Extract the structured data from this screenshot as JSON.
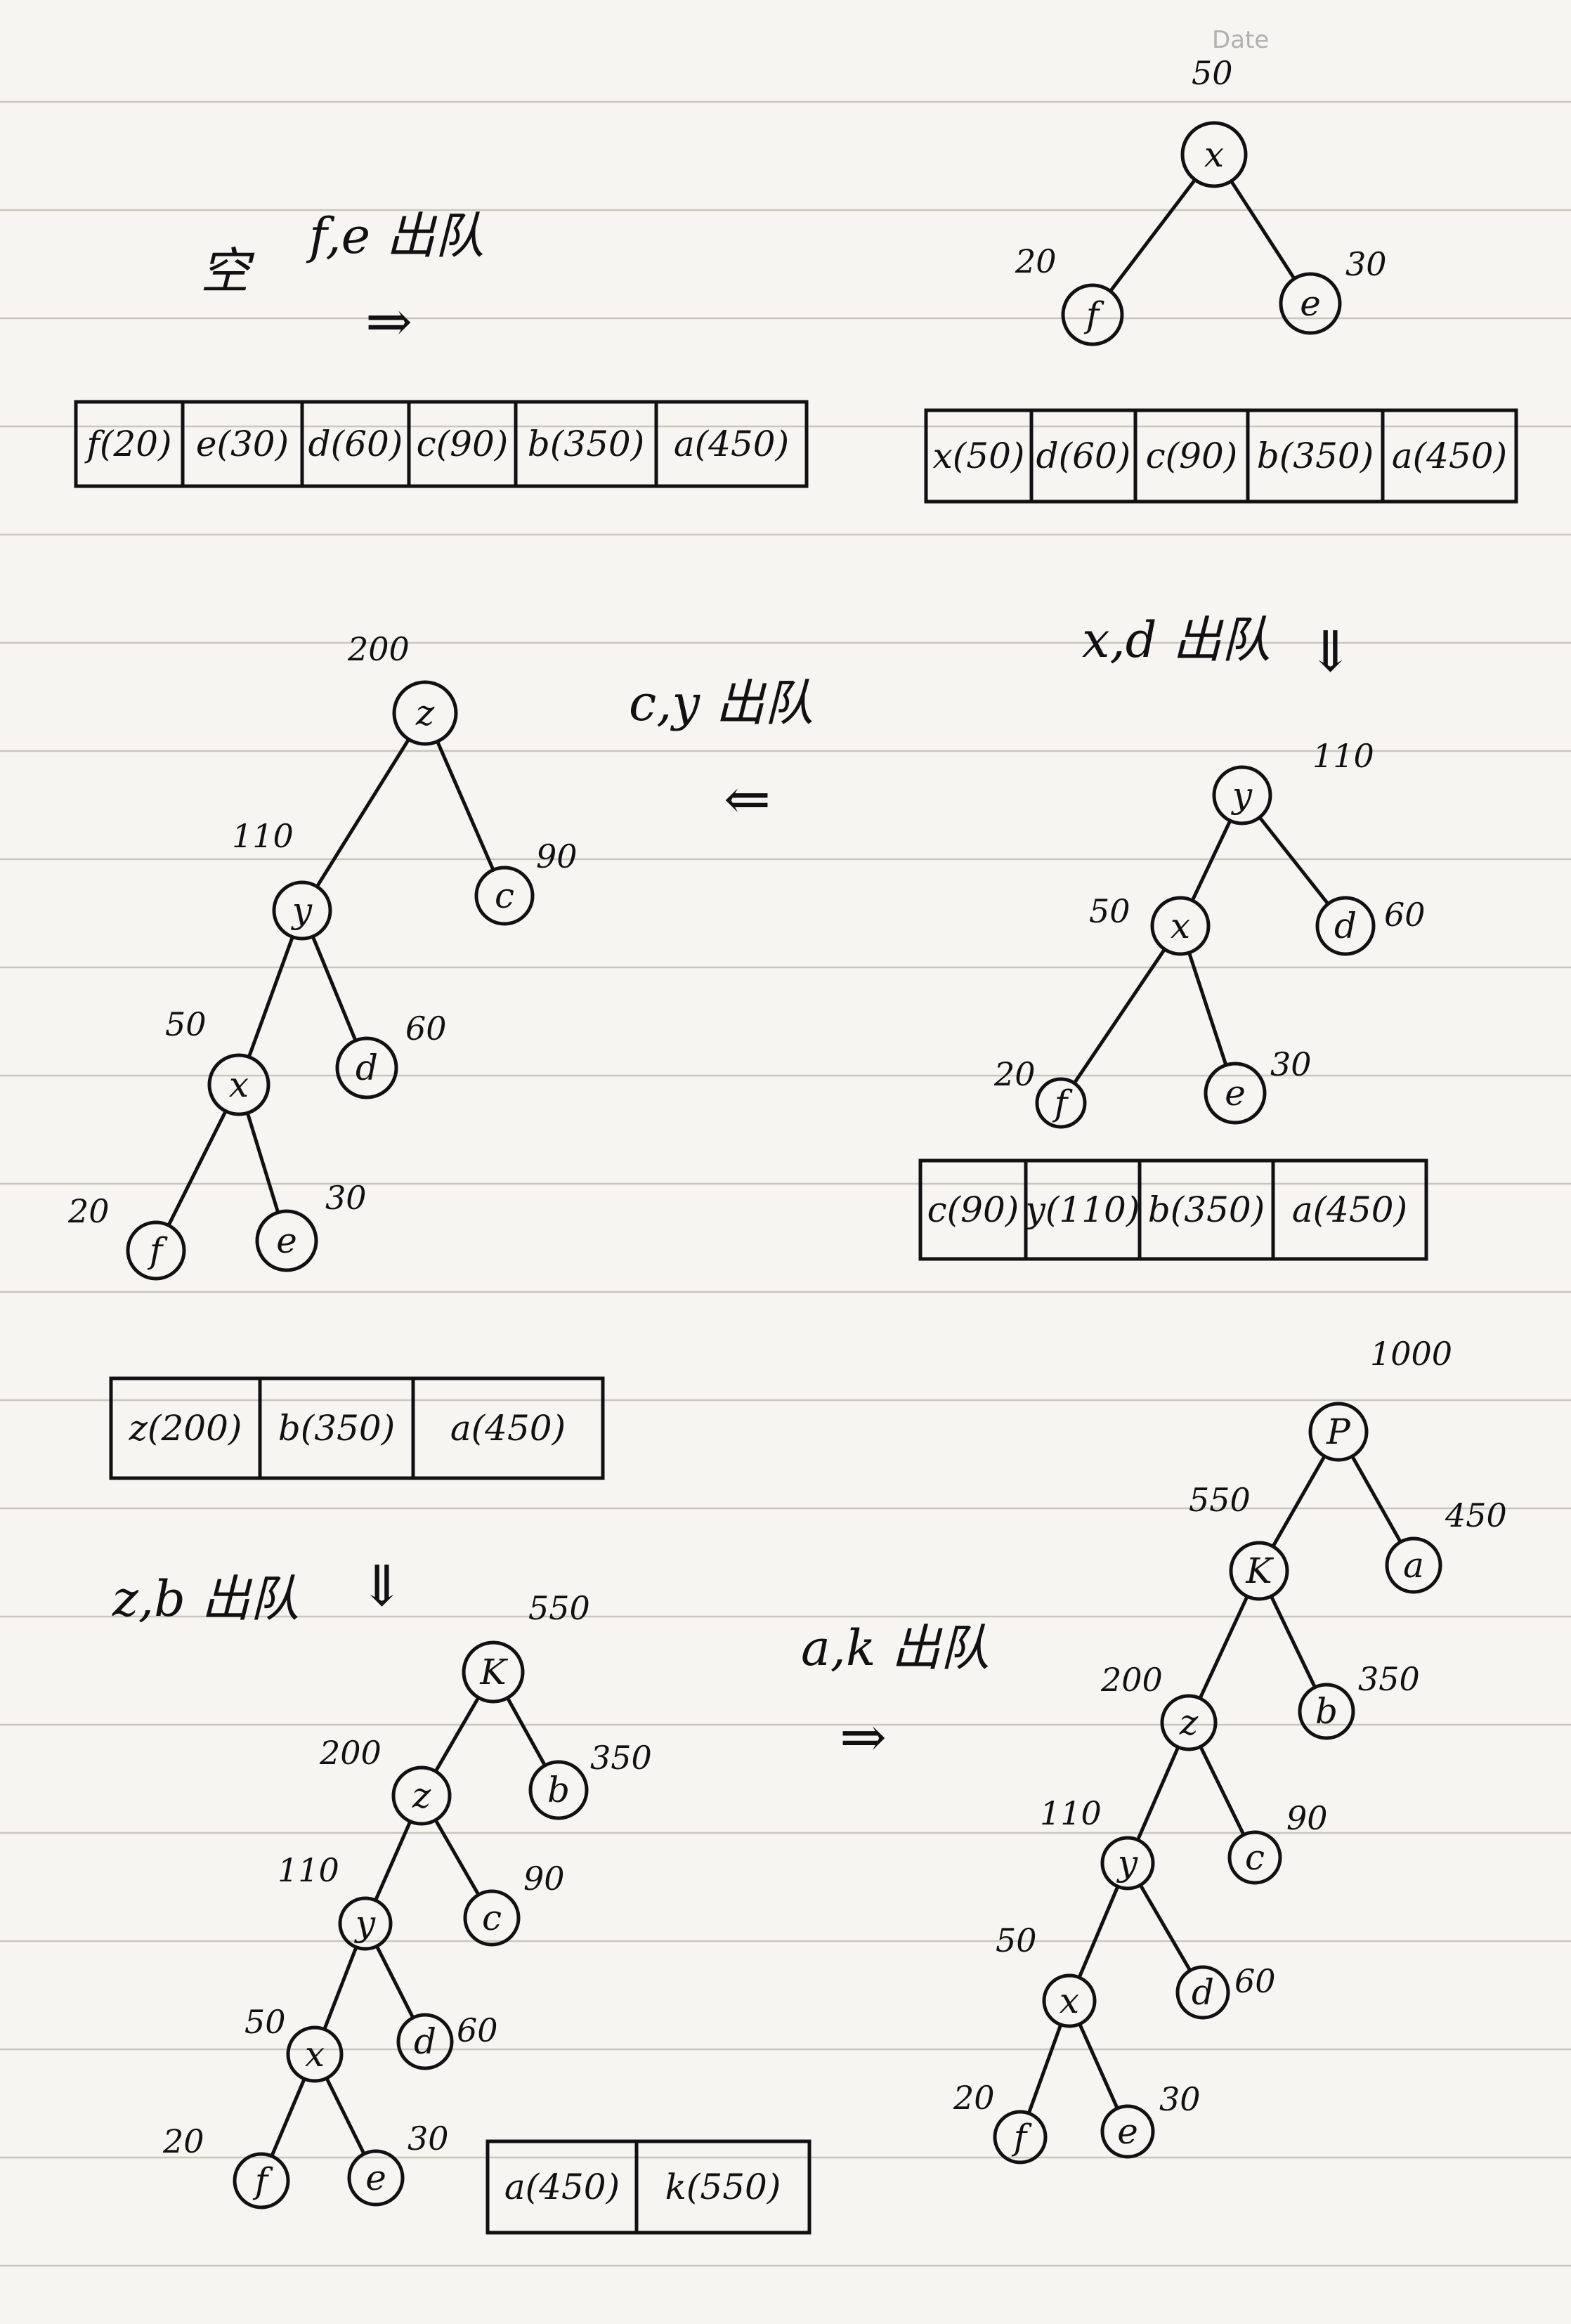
{
  "header": {
    "date_label": "Date"
  },
  "notes": {
    "start": "空",
    "step1": "f,e 出队",
    "step2": "x,d 出队",
    "step3": "c,y 出队",
    "step4": "z,b 出队",
    "step5": "a,k 出队"
  },
  "arrows": {
    "right": "⇒",
    "down": "⇓",
    "left": "⇐"
  },
  "queues": [
    [
      "f(20)",
      "e(30)",
      "d(60)",
      "c(90)",
      "b(350)",
      "a(450)"
    ],
    [
      "x(50)",
      "d(60)",
      "c(90)",
      "b(350)",
      "a(450)"
    ],
    [
      "c(90)",
      "y(110)",
      "b(350)",
      "a(450)"
    ],
    [
      "z(200)",
      "b(350)",
      "a(450)"
    ],
    [
      "a(450)",
      "k(550)"
    ]
  ],
  "trees": [
    {
      "id": "tree-x",
      "nodes": [
        {
          "id": "x",
          "label": "x",
          "weight": "50"
        },
        {
          "id": "f",
          "label": "f",
          "weight": "20"
        },
        {
          "id": "e",
          "label": "e",
          "weight": "30"
        }
      ]
    },
    {
      "id": "tree-y",
      "nodes": [
        {
          "id": "y",
          "label": "y",
          "weight": "110"
        },
        {
          "id": "x",
          "label": "x",
          "weight": "50"
        },
        {
          "id": "d",
          "label": "d",
          "weight": "60"
        },
        {
          "id": "f",
          "label": "f",
          "weight": "20"
        },
        {
          "id": "e",
          "label": "e",
          "weight": "30"
        }
      ]
    },
    {
      "id": "tree-z",
      "nodes": [
        {
          "id": "z",
          "label": "z",
          "weight": "200"
        },
        {
          "id": "y",
          "label": "y",
          "weight": "110"
        },
        {
          "id": "c",
          "label": "c",
          "weight": "90"
        },
        {
          "id": "x",
          "label": "x",
          "weight": "50"
        },
        {
          "id": "d",
          "label": "d",
          "weight": "60"
        },
        {
          "id": "f",
          "label": "f",
          "weight": "20"
        },
        {
          "id": "e",
          "label": "e",
          "weight": "30"
        }
      ]
    },
    {
      "id": "tree-k",
      "nodes": [
        {
          "id": "k",
          "label": "K",
          "weight": "550"
        },
        {
          "id": "z",
          "label": "z",
          "weight": "200"
        },
        {
          "id": "b",
          "label": "b",
          "weight": "350"
        },
        {
          "id": "y",
          "label": "y",
          "weight": "110"
        },
        {
          "id": "c",
          "label": "c",
          "weight": "90"
        },
        {
          "id": "x",
          "label": "x",
          "weight": "50"
        },
        {
          "id": "d",
          "label": "d",
          "weight": "60"
        },
        {
          "id": "f",
          "label": "f",
          "weight": "20"
        },
        {
          "id": "e",
          "label": "e",
          "weight": "30"
        }
      ]
    },
    {
      "id": "tree-p",
      "nodes": [
        {
          "id": "p",
          "label": "P",
          "weight": "1000"
        },
        {
          "id": "k",
          "label": "K",
          "weight": "550"
        },
        {
          "id": "a",
          "label": "a",
          "weight": "450"
        },
        {
          "id": "z",
          "label": "z",
          "weight": "200"
        },
        {
          "id": "b",
          "label": "b",
          "weight": "350"
        },
        {
          "id": "y",
          "label": "y",
          "weight": "110"
        },
        {
          "id": "c",
          "label": "c",
          "weight": "90"
        },
        {
          "id": "x",
          "label": "x",
          "weight": "50"
        },
        {
          "id": "d",
          "label": "d",
          "weight": "60"
        },
        {
          "id": "f",
          "label": "f",
          "weight": "20"
        },
        {
          "id": "e",
          "label": "e",
          "weight": "30"
        }
      ]
    }
  ]
}
